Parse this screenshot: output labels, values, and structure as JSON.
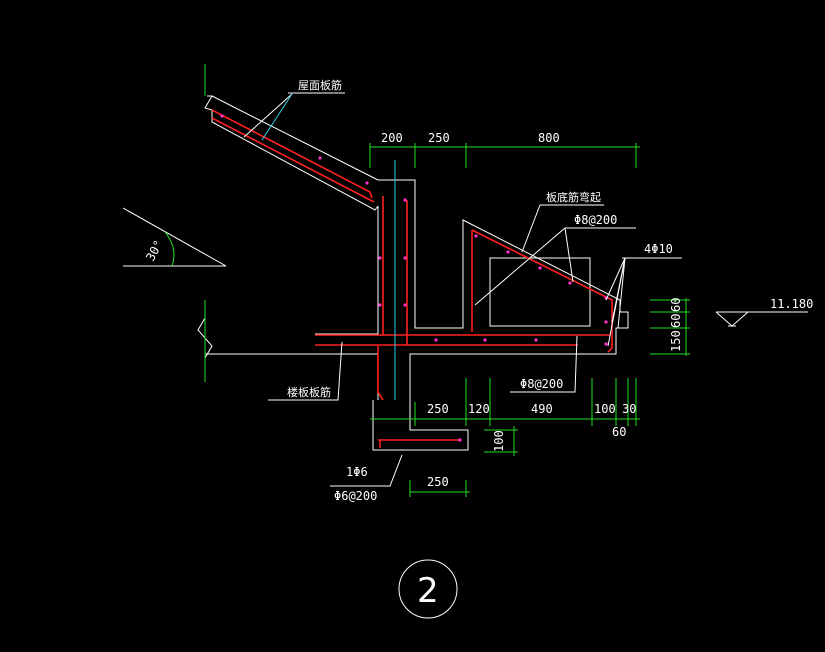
{
  "labels": {
    "roof_rebar": "屋面板筋",
    "floor_rebar": "楼板板筋",
    "bottom_bar_bend": "板底筋弯起",
    "rebar_top_right": "Φ8@200",
    "rebar_4phi10": "4Φ10",
    "rebar_bottom_mid": "Φ8@200",
    "rebar_1phi6": "1Φ6",
    "rebar_phi6_200": "Φ6@200",
    "angle": "30°",
    "elevation": "11.180",
    "section_number": "2"
  },
  "dimensions": {
    "top": [
      "200",
      "250",
      "800"
    ],
    "bottom_row": [
      "250",
      "120",
      "490",
      "100",
      "30"
    ],
    "below_row": "60",
    "bottom_block": "250",
    "block_height": "100",
    "vertical_right": [
      "60",
      "60",
      "150"
    ]
  },
  "colors": {
    "background": "#000000",
    "concrete_outline": "#ffffff",
    "rebar": "#ff2020",
    "dimension": "#22dd22",
    "leader": "#33ccee",
    "rebar_dot": "#ff33cc"
  }
}
